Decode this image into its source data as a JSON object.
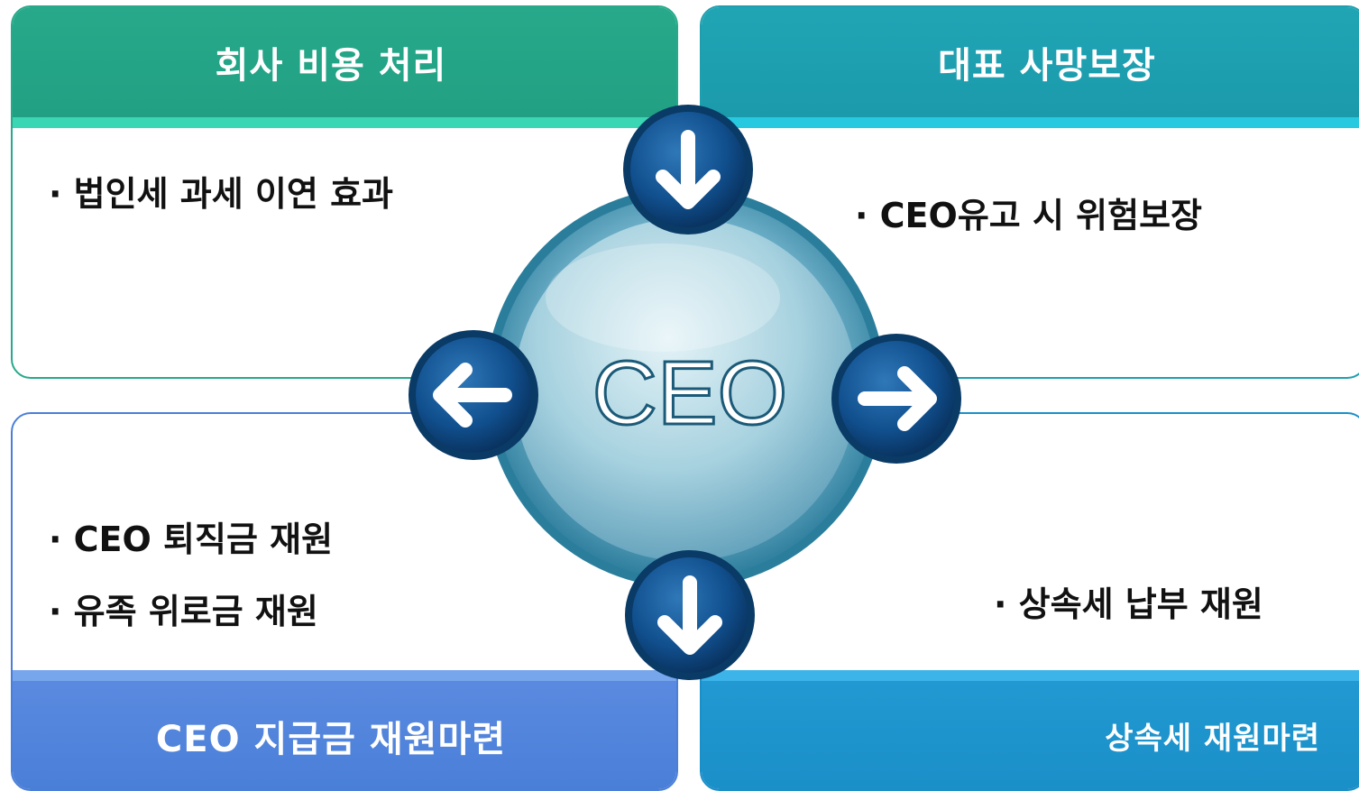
{
  "center": {
    "label": "CEO"
  },
  "panels": {
    "top_left": {
      "title": "회사 비용 처리",
      "items": [
        "· 법인세 과세 이연 효과"
      ]
    },
    "top_right": {
      "title": "대표 사망보장",
      "items": [
        "· CEO유고 시 위험보장"
      ]
    },
    "bottom_left": {
      "title": "CEO 지급금 재원마련",
      "items": [
        "· CEO 퇴직금 재원",
        "· 유족 위로금 재원"
      ]
    },
    "bottom_right": {
      "title": "상속세 재원마련",
      "items": [
        "· 상속세 납부 재원"
      ]
    }
  },
  "arrows": [
    {
      "icon": "arrow-down-icon"
    },
    {
      "icon": "arrow-left-icon"
    },
    {
      "icon": "arrow-right-icon"
    },
    {
      "icon": "arrow-down-icon"
    }
  ],
  "colors": {
    "green": "#27a98a",
    "teal": "#1f9fae",
    "blue": "#4a7fd8",
    "sky": "#1a8fc8",
    "circle_dark": "#0d3f6e"
  }
}
